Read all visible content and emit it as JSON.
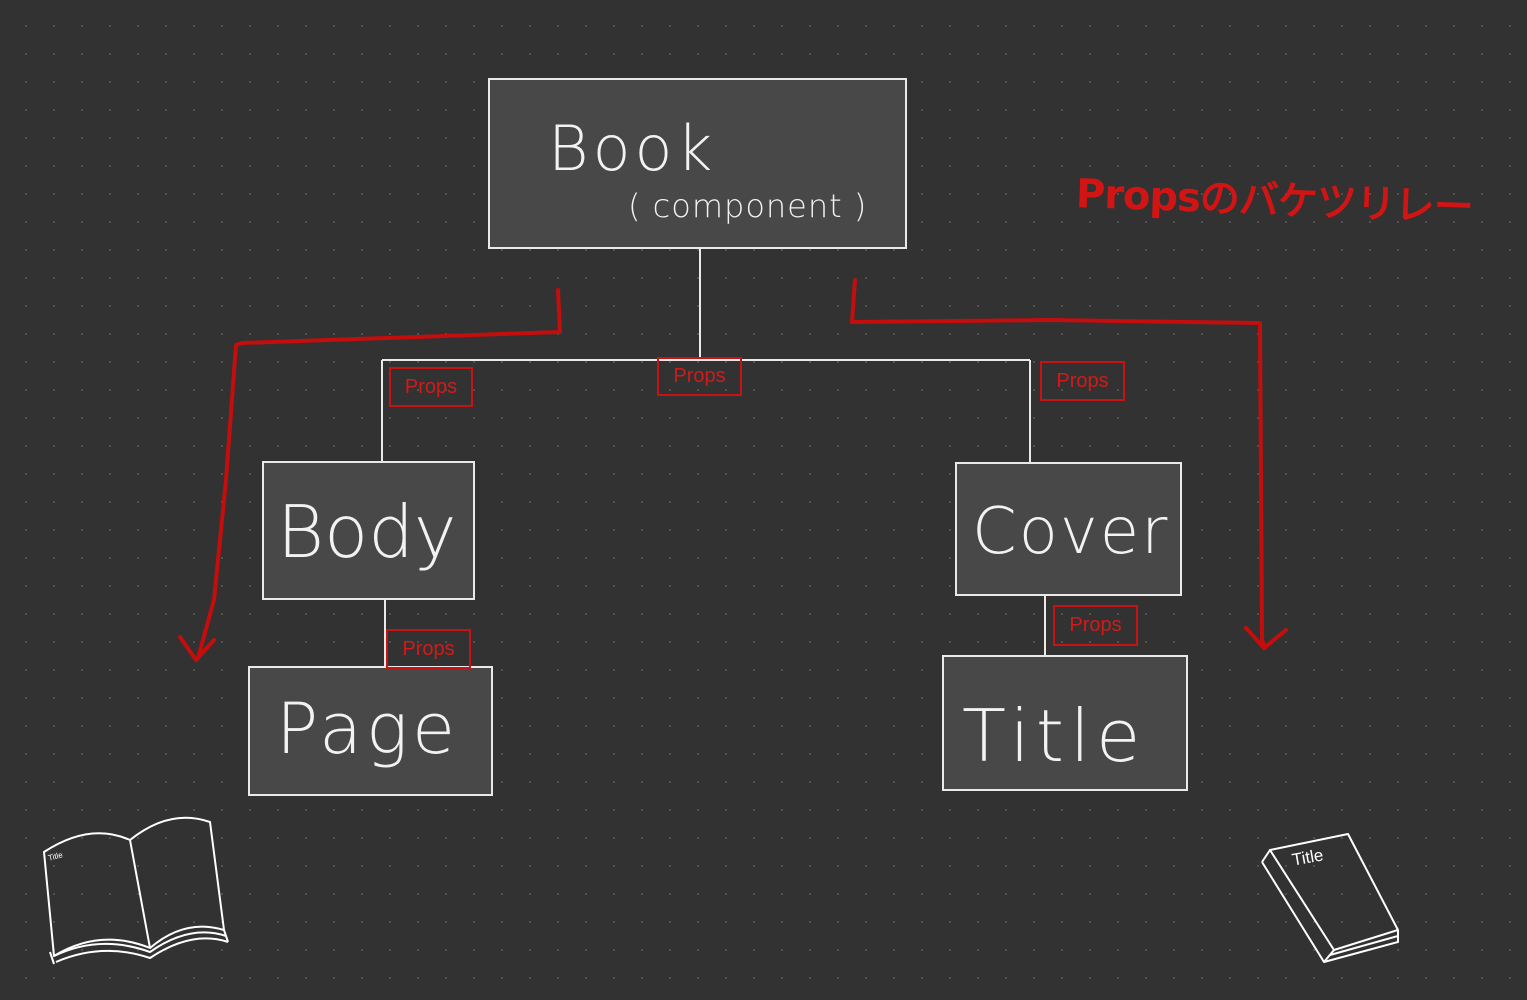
{
  "diagram": {
    "note": "Propsのバケツリレー",
    "nodes": {
      "book": {
        "label": "Book",
        "sublabel": "( component )"
      },
      "body": {
        "label": "Body"
      },
      "cover": {
        "label": "Cover"
      },
      "page": {
        "label": "Page"
      },
      "title": {
        "label": "Title"
      }
    },
    "props_tags": {
      "center": "Props",
      "left": "Props",
      "right": "Props",
      "body_page": "Props",
      "cover_title": "Props"
    },
    "illustrations": {
      "open_book_title": "Title",
      "closed_book_title": "Title"
    },
    "colors": {
      "background": "#323232",
      "box_fill": "#484848",
      "line": "#e9e9e9",
      "accent_red": "#c41414"
    }
  }
}
